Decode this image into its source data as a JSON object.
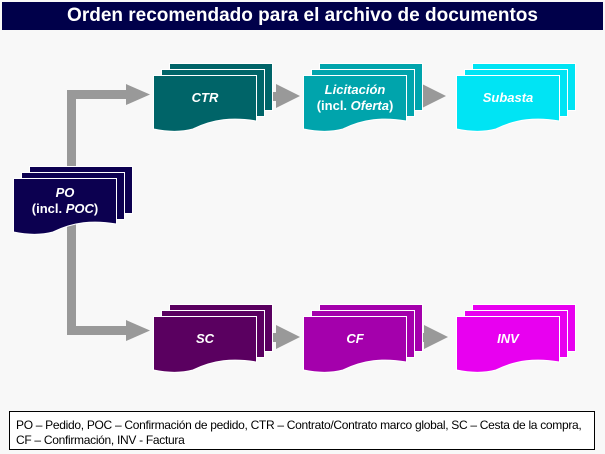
{
  "title": "Orden recomendado para el archivo de documentos",
  "colors": {
    "title_bg": "#00004a",
    "arrow": "#999999",
    "PO": "#0c0050",
    "CTR": "#006468",
    "LIC": "#00a4ac",
    "SUB": "#00e4f4",
    "SC": "#5a0060",
    "CF": "#a400ac",
    "INV": "#e800f0"
  },
  "nodes": {
    "po": {
      "line1": "PO",
      "line2_prefix": "(incl. ",
      "line2_em": "POC",
      "line2_suffix": ")"
    },
    "ctr": {
      "line1": "CTR"
    },
    "lic": {
      "line1": "Licitación",
      "line2_prefix": "(incl. ",
      "line2_em": "Oferta",
      "line2_suffix": ")"
    },
    "sub": {
      "line1": "Subasta"
    },
    "sc": {
      "line1": "SC"
    },
    "cf": {
      "line1": "CF"
    },
    "inv": {
      "line1": "INV"
    }
  },
  "legend": "PO – Pedido,  POC – Confirmación de pedido,  CTR – Contrato/Contrato marco global, SC – Cesta de la compra,  CF – Confirmación,  INV - Factura"
}
